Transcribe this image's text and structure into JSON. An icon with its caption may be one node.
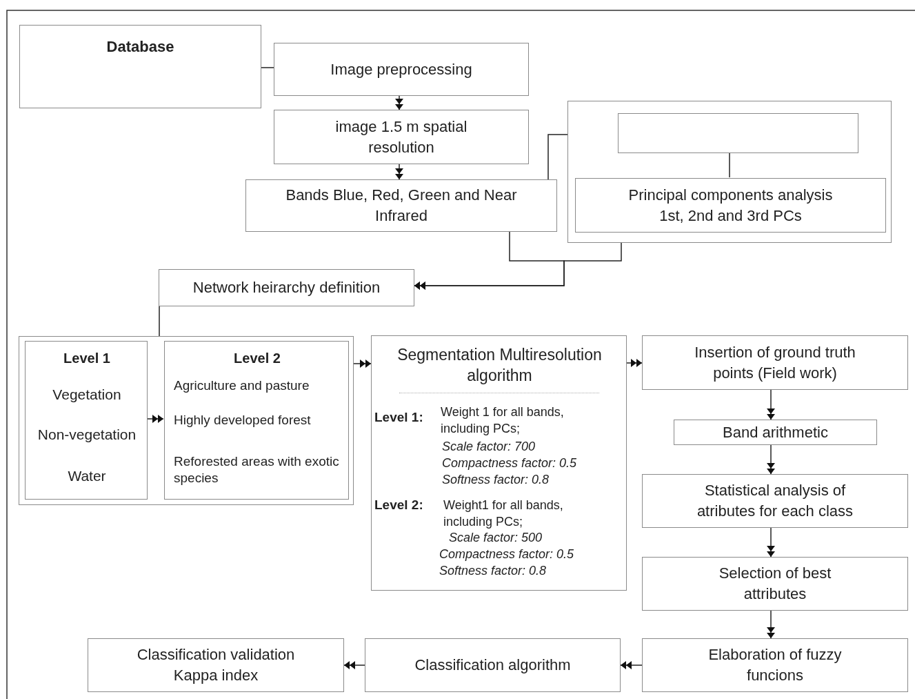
{
  "diagram": {
    "nodes": [
      {
        "text": [
          "Database"
        ]
      },
      {
        "text": [
          "Image preprocessing"
        ]
      },
      {
        "text": [
          "image 1.5 m spatial resolution"
        ]
      },
      {
        "text": [
          "Bands  Blue, Red, Green and Near Infrared"
        ]
      },
      {
        "text": [],
        "shape": "box"
      },
      {
        "text": [],
        "shape": "box",
        "in": 4
      },
      {
        "text": [
          "Principal components analysis 1st, 2nd and 3rd PCs"
        ],
        "in": 4
      },
      {
        "text": [
          "Network heirarchy definition"
        ]
      },
      {
        "text": [],
        "shape": "box"
      },
      {
        "text": [
          "Level 1",
          "Vegetation",
          "Non-vegetation",
          "Water"
        ],
        "in": 8
      },
      {
        "text": [
          "Level 2",
          "Agriculture and pasture",
          "Highly developed forest",
          "Reforested areas with exotic species"
        ],
        "in": 8
      },
      {
        "text": [
          "Segmentation Multiresolution algorithm",
          "Level 1:",
          "Weight 1 for all bands, including PCs;",
          "Scale factor: 700",
          "Compactness factor: 0.5",
          "Softness factor: 0.8",
          "Level 2:",
          "Weight1 for all bands, including PCs;",
          "Scale factor: 500",
          "Compactness factor: 0.5",
          "Softness factor: 0.8"
        ]
      },
      {
        "text": [
          "Insertion of ground truth points (Field work)"
        ]
      },
      {
        "text": [
          "Band arithmetic"
        ]
      },
      {
        "text": [
          "Statistical analysis of atributes for each class"
        ]
      },
      {
        "text": [
          "Selection of best attributes"
        ]
      },
      {
        "text": [
          "Elaboration of fuzzy funcions"
        ]
      },
      {
        "text": [
          "Classification algorithm"
        ]
      },
      {
        "text": [
          "Classification validation Kappa index"
        ]
      }
    ],
    "edges": [
      {
        "from": 0,
        "to": 1,
        "arrow": "none"
      },
      {
        "from": 1,
        "to": 2,
        "arrow": "to"
      },
      {
        "from": 2,
        "to": 3,
        "arrow": "to"
      },
      {
        "from": 3,
        "to": 4,
        "arrow": "none"
      },
      {
        "from": 3,
        "to": 7,
        "arrow": "to"
      },
      {
        "from": 4,
        "to": 7,
        "arrow": "to"
      },
      {
        "from": 5,
        "to": 6,
        "arrow": "none"
      },
      {
        "from": 7,
        "to": 8,
        "arrow": "none"
      },
      {
        "from": 9,
        "to": 10,
        "arrow": "to"
      },
      {
        "from": 8,
        "to": 11,
        "arrow": "to"
      },
      {
        "from": 11,
        "to": 12,
        "arrow": "to"
      },
      {
        "from": 12,
        "to": 13,
        "arrow": "to"
      },
      {
        "from": 13,
        "to": 14,
        "arrow": "to"
      },
      {
        "from": 14,
        "to": 15,
        "arrow": "to"
      },
      {
        "from": 15,
        "to": 16,
        "arrow": "to"
      },
      {
        "from": 16,
        "to": 17,
        "arrow": "to"
      },
      {
        "from": 17,
        "to": 18,
        "arrow": "to"
      }
    ]
  }
}
